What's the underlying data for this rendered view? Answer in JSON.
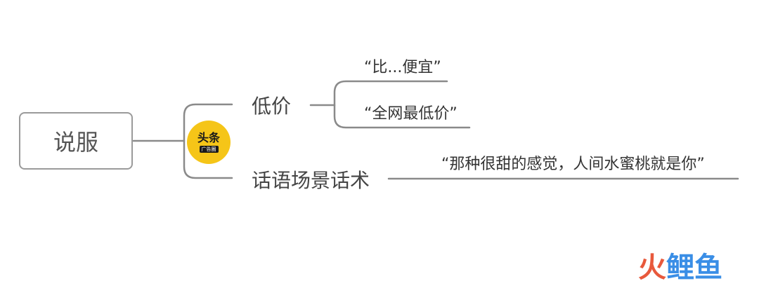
{
  "root": {
    "label": "说服"
  },
  "branches": [
    {
      "label": "低价",
      "children": [
        {
          "label": "“比...便宜”"
        },
        {
          "label": "“全网最低价”"
        }
      ]
    },
    {
      "label": "话语场景话术",
      "children": [
        {
          "label": "“那种很甜的感觉，人间水蜜桃就是你”"
        }
      ]
    }
  ],
  "badge": {
    "main": "头条",
    "sub": "广告圈"
  },
  "watermark": {
    "part1": "火",
    "part2": "鲤鱼"
  },
  "colors": {
    "connector": "#8a8a8a",
    "node_border": "#9a9a9a",
    "badge_bg": "#f5c518",
    "watermark_red": "#e8593c",
    "watermark_blue": "#3a8ee6"
  },
  "icons": [
    "toutiao-ad-circle-logo",
    "watermark-logo"
  ]
}
